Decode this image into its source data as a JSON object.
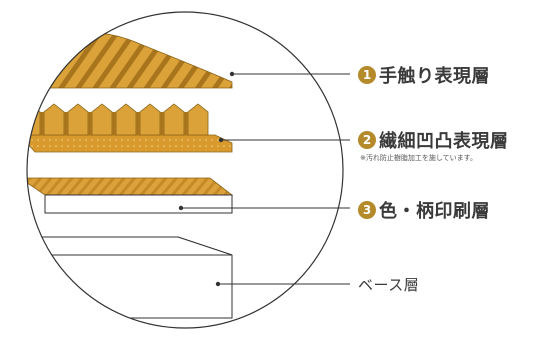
{
  "layers": [
    {
      "number": "1",
      "text": "手触り表現層"
    },
    {
      "number": "2",
      "text": "繊細凹凸表現層",
      "note": "※汚れ防止樹脂加工を施しています。"
    },
    {
      "number": "3",
      "text": "色・柄印刷層"
    },
    {
      "number": "",
      "text": "ベース層"
    }
  ],
  "colors": {
    "wood": "#dba23a",
    "wood_dark": "#a8741c",
    "accent": "#b48a2a",
    "line": "#333333"
  }
}
